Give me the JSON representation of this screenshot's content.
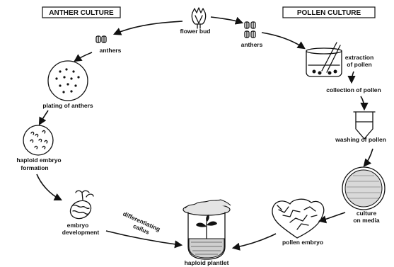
{
  "headers": {
    "anther": "ANTHER CULTURE",
    "pollen": "POLLEN CULTURE"
  },
  "labels": {
    "flower_bud": "flower bud",
    "anthers_left": "anthers",
    "anthers_right": "anthers",
    "extraction_1": "extraction",
    "extraction_2": "of pollen",
    "plating": "plating of anthers",
    "collection": "collection of pollen",
    "haploid_embryo_1": "haploid embryo",
    "haploid_embryo_2": "formation",
    "washing": "washing of pollen",
    "culture_1": "culture",
    "culture_2": "on media",
    "embryo_dev_1": "embryo",
    "embryo_dev_2": "development",
    "callus_1": "differentiating",
    "callus_2": "callus",
    "pollen_embryo": "pollen embryo",
    "plantlet": "haploid plantlet"
  },
  "colors": {
    "ink": "#111111",
    "background": "#ffffff"
  }
}
